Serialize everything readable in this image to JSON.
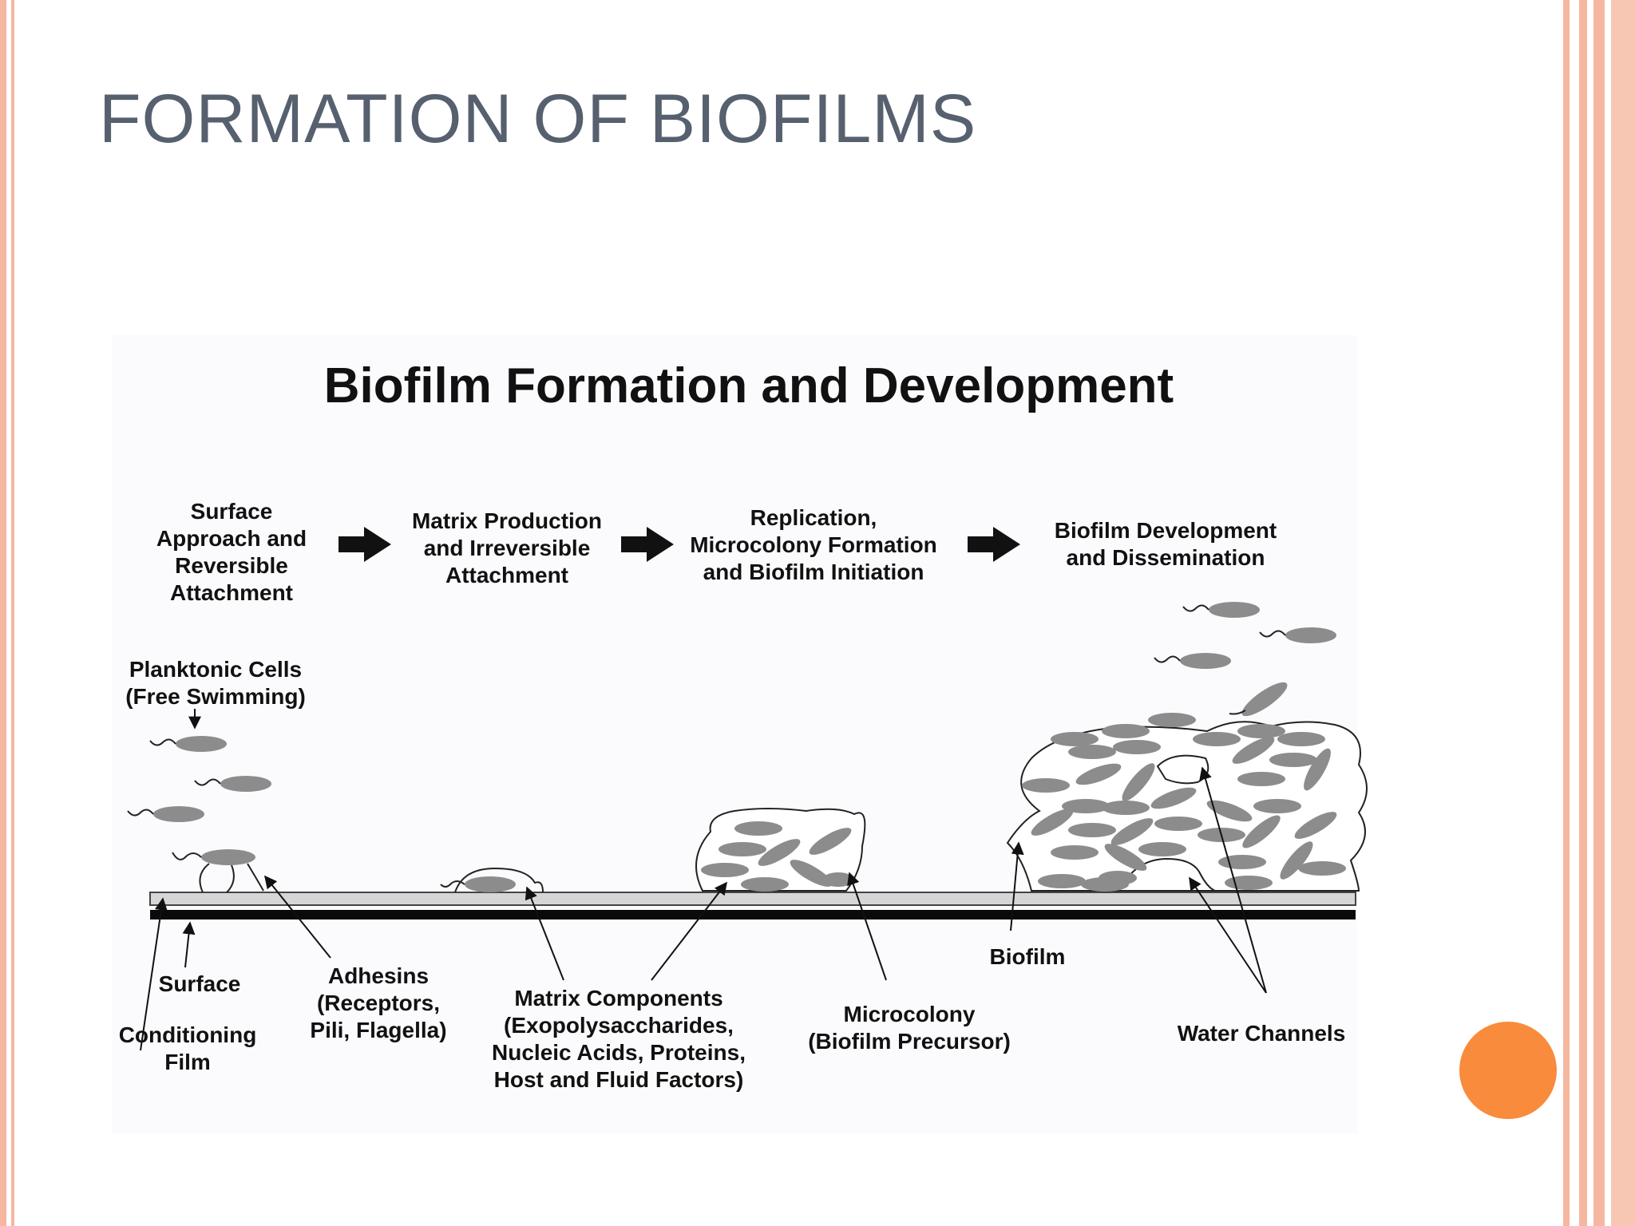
{
  "slide": {
    "title": "FORMATION OF BIOFILMS",
    "accent_color": "#f6b7a0",
    "dot_color": "#f98b3c"
  },
  "figure": {
    "title": "Biofilm Formation and Development",
    "stages": [
      "Surface\nApproach and\nReversible\nAttachment",
      "Matrix Production\nand Irreversible\nAttachment",
      "Replication,\nMicrocolony Formation\nand Biofilm Initiation",
      "Biofilm Development\nand Dissemination"
    ],
    "labels": {
      "planktonic": "Planktonic Cells\n(Free Swimming)",
      "surface": "Surface",
      "conditioning_film": "Conditioning\nFilm",
      "adhesins": "Adhesins\n(Receptors,\nPili, Flagella)",
      "matrix_components": "Matrix Components\n(Exopolysaccharides,\nNucleic Acids, Proteins,\nHost and Fluid Factors)",
      "microcolony": "Microcolony\n(Biofilm Precursor)",
      "biofilm": "Biofilm",
      "water_channels": "Water Channels"
    }
  }
}
